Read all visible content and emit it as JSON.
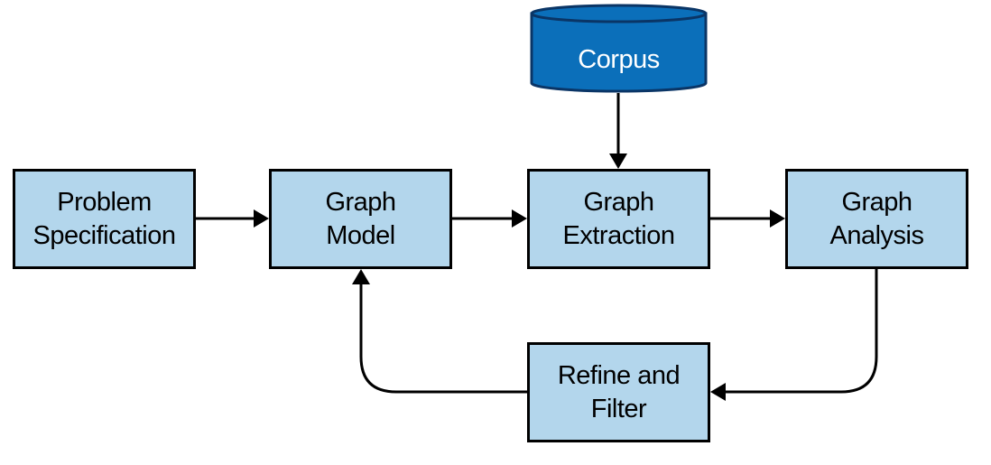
{
  "nodes": {
    "corpus": {
      "label": "Corpus",
      "fill": "#0b6fba",
      "edge": "#0a3566"
    },
    "problem": {
      "line1": "Problem",
      "line2": "Specification"
    },
    "model": {
      "line1": "Graph",
      "line2": "Model"
    },
    "extraction": {
      "line1": "Graph",
      "line2": "Extraction"
    },
    "analysis": {
      "line1": "Graph",
      "line2": "Analysis"
    },
    "refine": {
      "line1": "Refine and",
      "line2": "Filter"
    }
  },
  "edges": [
    {
      "from": "corpus",
      "to": "extraction"
    },
    {
      "from": "problem",
      "to": "model"
    },
    {
      "from": "model",
      "to": "extraction"
    },
    {
      "from": "extraction",
      "to": "analysis"
    },
    {
      "from": "analysis",
      "to": "refine"
    },
    {
      "from": "refine",
      "to": "model"
    }
  ],
  "colors": {
    "box_fill": "#b3d6ec",
    "stroke": "#000000",
    "corpus_text": "#ffffff"
  }
}
